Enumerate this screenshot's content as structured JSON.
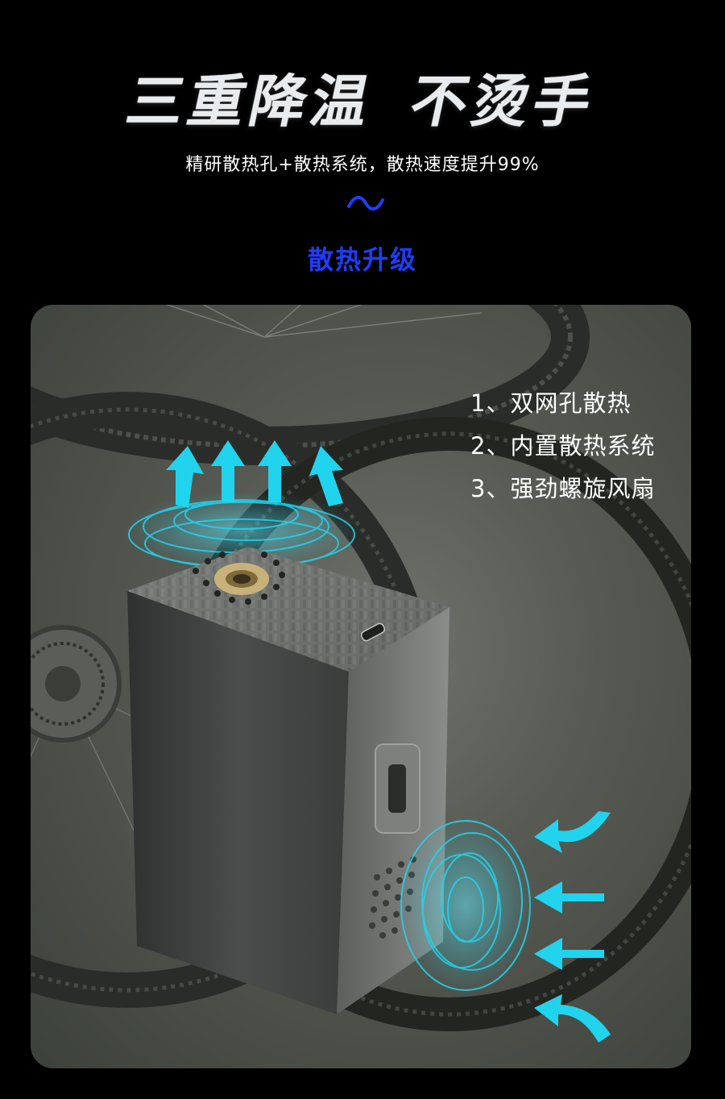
{
  "headline": {
    "part1": "三重降温",
    "part2": "不烫手"
  },
  "subtitle": "精研散热孔+散热系统，散热速度提升99%",
  "section_label": "散热升级",
  "features": [
    "1、双网孔散热",
    "2、内置散热系统",
    "3、强劲螺旋风扇"
  ],
  "colors": {
    "accent_blue": "#1f3dff",
    "airflow_cyan": "#22d3ee",
    "headline_silver": "#e9ecef"
  },
  "icons": {
    "tilde": "wave-tilde-icon",
    "airflow_up": "airflow-up-arrow-icon",
    "airflow_in": "airflow-in-arrow-icon"
  }
}
